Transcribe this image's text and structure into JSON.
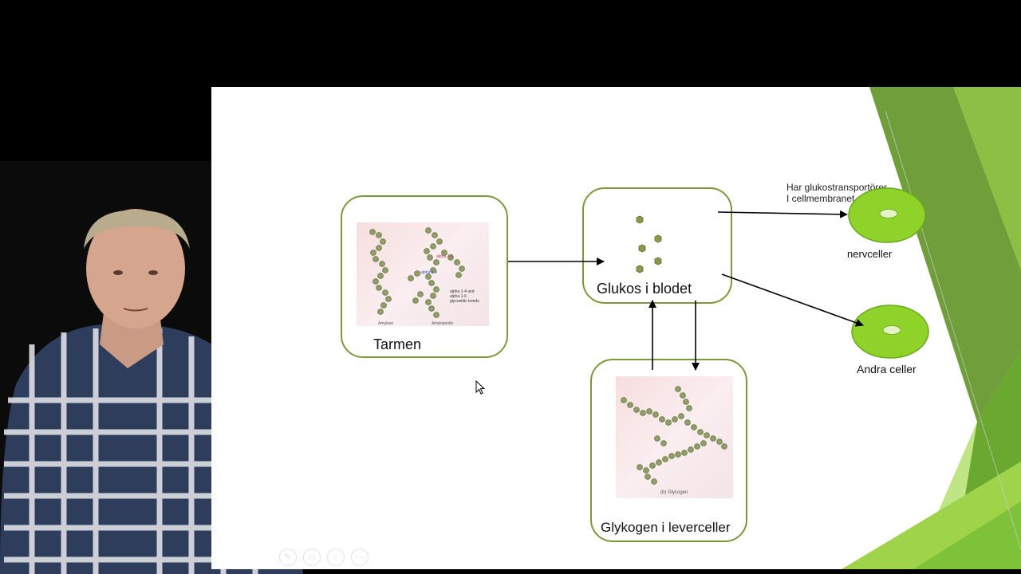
{
  "slide": {
    "boxes": {
      "tarmen": {
        "label": "Tarmen"
      },
      "glukos": {
        "label": "Glukos i blodet"
      },
      "glykogen": {
        "label": "Glykogen i leverceller"
      }
    },
    "images": {
      "amylose_caption": "Amylose",
      "amylopectin_caption": "Amylopectin",
      "alpha_16_red": "alpha 1-6",
      "alpha_14_blue": "alpha 1-4",
      "alpha_bonds": "alpha 1-4 and\nalpha 1-6\nglycosidic bonds",
      "glycogen_caption": "(b) Glycogen"
    },
    "transporter_note": {
      "line1": "Har glukostransportörer",
      "line2": "I cellmembranet"
    },
    "cells": {
      "nerv": {
        "label": "nervceller"
      },
      "andra": {
        "label": "Andra celler"
      }
    }
  },
  "colors": {
    "box_border": "#7a9a3a",
    "cell_fill": "#8fd22a",
    "glucose_fill": "#8a9a4a",
    "slide_green_dark": "#5c8e2e",
    "slide_green_light": "#b8e27a"
  }
}
